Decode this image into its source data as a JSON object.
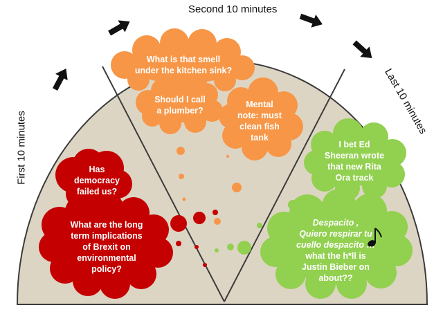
{
  "colors": {
    "dome": "#ddd5c4",
    "outline": "#3b3b3b",
    "red": "#c40000",
    "orange": "#f79646",
    "green": "#92d050",
    "text": "#ffffff",
    "arrow": "#111111",
    "note": "#111111"
  },
  "labels": {
    "first": "First 10 minutes",
    "second": "Second 10 minutes",
    "last": "Last 10 minutes"
  },
  "thoughts": {
    "first": [
      {
        "lines": [
          "Has",
          "democracy",
          "failed us?"
        ]
      },
      {
        "lines": [
          "What are the long",
          "term implications",
          "of Brexit on",
          "environmental",
          "policy?"
        ]
      }
    ],
    "second": [
      {
        "lines": [
          "What is that smell",
          "under the kitchen sink?"
        ]
      },
      {
        "lines": [
          "Should I call",
          "a plumber?"
        ]
      },
      {
        "lines": [
          "Mental",
          "note: must",
          "clean fish",
          "tank"
        ]
      }
    ],
    "last": [
      {
        "lines": [
          "I bet Ed",
          "Sheeran wrote",
          "that new Rita",
          "Ora track"
        ]
      },
      {
        "lines": [
          "Despacito ,",
          "Quiero respirar tu",
          "cuello despacito …",
          "what the h*ll is",
          "Justin Bieber on",
          "about??"
        ]
      }
    ]
  },
  "icons": {
    "arrows": "right-arrow-icon",
    "note": "music-note-icon"
  }
}
